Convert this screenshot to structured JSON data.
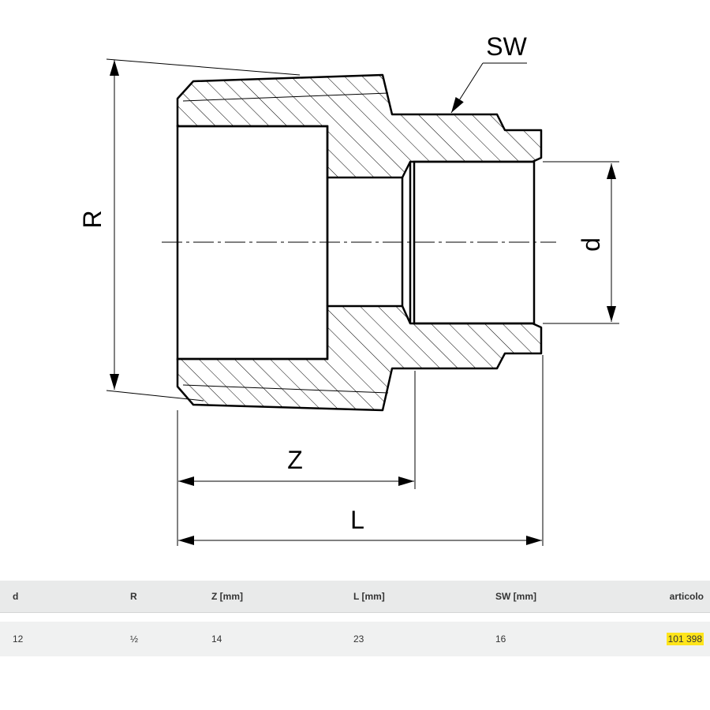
{
  "drawing": {
    "labels": {
      "r": "R",
      "d": "d",
      "z": "Z",
      "l": "L",
      "sw": "SW"
    }
  },
  "table": {
    "headers": [
      "d",
      "R",
      "Z [mm]",
      "L [mm]",
      "SW [mm]",
      "articolo"
    ],
    "rows": [
      {
        "cells": [
          "12",
          "½",
          "14",
          "23",
          "16",
          "101 398"
        ]
      }
    ]
  },
  "colors": {
    "header_bg": "#e9eaea",
    "row_bg": "#f0f1f1",
    "highlight": "#ffe51a",
    "line": "#000000"
  }
}
